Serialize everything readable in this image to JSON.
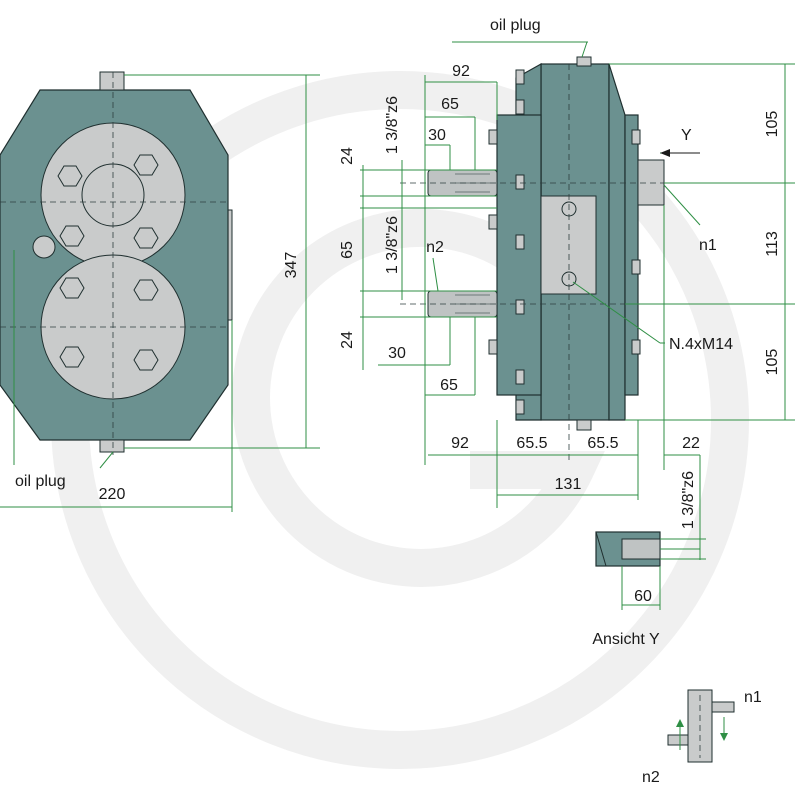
{
  "labels": {
    "oil_plug_top": "oil plug",
    "oil_plug_left": "oil plug",
    "n1": "n1",
    "n2": "n2",
    "y": "Y",
    "thread": "N.4xM14",
    "view_y": "Ansicht Y",
    "legend_n1": "n1",
    "legend_n2": "n2"
  },
  "dimensions": {
    "d347": "347",
    "d220": "220",
    "d92_top": "92",
    "d65_top": "65",
    "d30_top": "30",
    "d24_top": "24",
    "d138_top": "1 3/8\"z6",
    "d65_left": "65",
    "d138_mid": "1 3/8\"z6",
    "d24_bottom": "24",
    "d30_bottom": "30",
    "d65_bottom": "65",
    "d92_bottom": "92",
    "d655_left": "65.5",
    "d655_right": "65.5",
    "d22": "22",
    "d131": "131",
    "d138_right": "1 3/8\"z6",
    "d105_top": "105",
    "d113": "113",
    "d105_bottom": "105",
    "d60": "60"
  },
  "colors": {
    "housing": "#6b9190",
    "plate": "#c9cbcb",
    "dimension_line": "#2f8f45",
    "watermark": "#f1f1f1"
  }
}
